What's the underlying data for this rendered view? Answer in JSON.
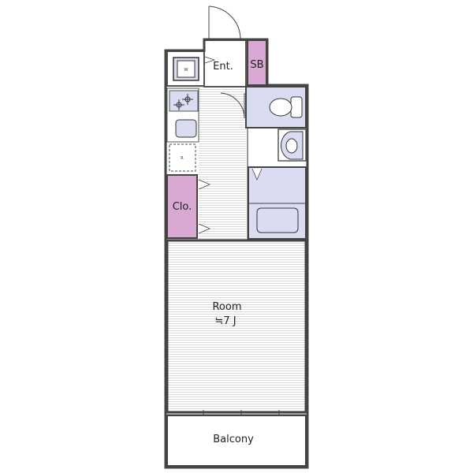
{
  "floorplan": {
    "rooms": {
      "entrance": "Ent.",
      "shoe_box": "SB",
      "closet": "Clo.",
      "room_name": "Room",
      "room_size": "≒7 J",
      "balcony": "Balcony"
    },
    "fixtures": {
      "washer": "W",
      "refrigerator": "R"
    },
    "colors": {
      "storage": "#d9a9d3",
      "wet_area": "#dadcf2",
      "floor_line": "#d0d0d0",
      "wall": "#555555"
    }
  }
}
